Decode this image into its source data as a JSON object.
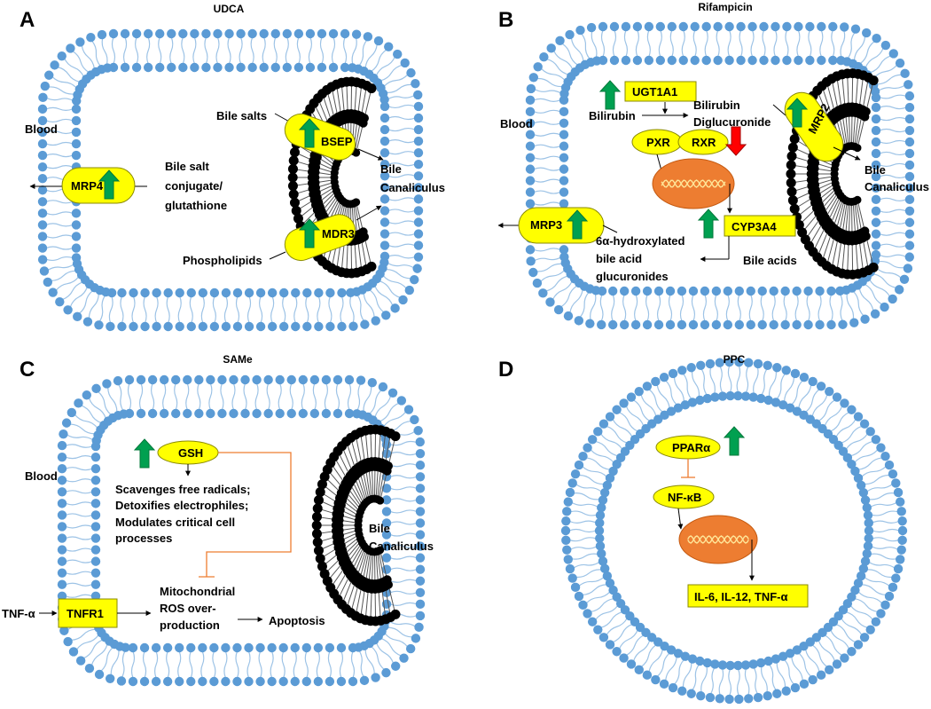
{
  "colors": {
    "membrane_head": "#5b9bd5",
    "membrane_tail": "#9dc3e6",
    "canaliculus": "#000000",
    "transporter_fill": "#ffff00",
    "up_arrow": "#00a050",
    "down_arrow": "#ff0000",
    "nucleus": "#ed7d31",
    "dna": "#ffe699",
    "inhibit_line": "#ed7d31"
  },
  "icons": {
    "up": "green-up-arrow-icon",
    "down": "red-down-arrow-icon",
    "nucleus": "nucleus-with-dna-icon"
  },
  "panels": {
    "a": {
      "letter": "A",
      "title": "UDCA",
      "blood": "Blood",
      "mrp4": "MRP4",
      "bile_salt_conj": [
        "Bile salt",
        "conjugate/",
        "glutathione"
      ],
      "bile_salts": "Bile salts",
      "bsep": "BSEP",
      "mdr3": "MDR3",
      "phospholipids": "Phospholipids",
      "bile_canaliculus": [
        "Bile",
        "Canaliculus"
      ]
    },
    "b": {
      "letter": "B",
      "title": "Rifampicin",
      "blood": "Blood",
      "ugt1a1": "UGT1A1",
      "bilirubin": "Bilirubin",
      "bilirubin_dig": [
        "Bilirubin",
        "Diglucuronide"
      ],
      "pxr": "PXR",
      "rxr": "RXR",
      "mrp2": "MRP2",
      "bile_canaliculus": [
        "Bile",
        "Canaliculus"
      ],
      "mrp3": "MRP3",
      "hydroxylated": [
        "6α-hydroxylated",
        "bile acid",
        "glucuronides"
      ],
      "cyp3a4": "CYP3A4",
      "bile_acids": "Bile acids"
    },
    "c": {
      "letter": "C",
      "title": "SAMe",
      "blood": "Blood",
      "gsh": "GSH",
      "effects": [
        "Scavenges free radicals;",
        "Detoxifies electrophiles;",
        "Modulates critical cell",
        "processes"
      ],
      "mito": [
        "Mitochondrial",
        "ROS over-",
        "production"
      ],
      "apoptosis": "Apoptosis",
      "tnfa": "TNF-α",
      "tnfr1": "TNFR1",
      "bile_canaliculus": [
        "Bile",
        "Canaliculus"
      ]
    },
    "d": {
      "letter": "D",
      "title": "PPC",
      "ppara": "PPARα",
      "nfkb": "NF-κB",
      "cytokines": "IL-6, IL-12, TNF-α"
    }
  }
}
